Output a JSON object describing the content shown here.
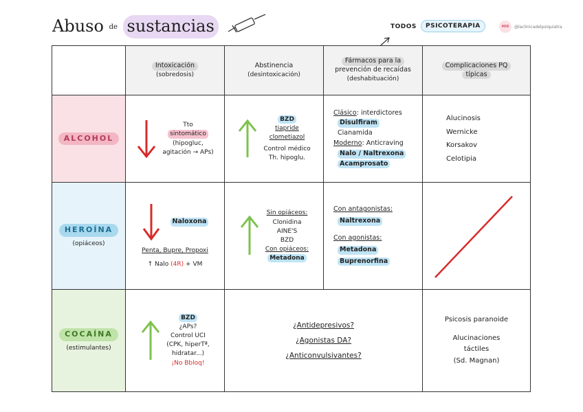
{
  "header": {
    "title_part1": "Abuso",
    "title_small": "de",
    "title_part2": "sustancias",
    "todos": "TODOS",
    "psicoterapia": "PSICOTERAPIA",
    "brand_logo": "MIR",
    "brand_handle": "@laclinicadelpsiquiatra"
  },
  "columns": {
    "intox_title": "Intoxicación",
    "intox_sub": "(sobredosis)",
    "abst_title": "Abstinencia",
    "abst_sub": "(desintoxicación)",
    "farm_title1": "Fármacos para la",
    "farm_title2": "prevención de recaídas",
    "farm_sub": "(deshabituación)",
    "comp_title1": "Complicaciones PQ",
    "comp_title2": "típicas"
  },
  "rows": {
    "alcohol": {
      "label": "ALCOHOL",
      "intox1": "Tto",
      "intox2": "sintomático",
      "intox3": "(hipogluc,",
      "intox4": "agitación → APs)",
      "abst1": "BZD",
      "abst2": "tiapride",
      "abst3": "clometiazol",
      "abst4": "Control médico",
      "abst5": "Th. hipoglu.",
      "farm_clasico": "Clásico",
      "farm_clasico_txt": ": interdictores",
      "farm_disulfiram": "Disulfiram",
      "farm_cianamida": "Cianamida",
      "farm_moderno": "Moderno",
      "farm_moderno_txt": ": Anticraving",
      "farm_nalo": "Nalo / Naltrexona",
      "farm_acamprosato": "Acamprosato",
      "comp1": "Alucinosis",
      "comp2": "Wernicke",
      "comp3": "Korsakov",
      "comp4": "Celotipia"
    },
    "heroina": {
      "label": "HEROÍNA",
      "sub": "(opiáceos)",
      "intox1": "Naloxona",
      "intox2": "Penta, Bupre, Propoxi",
      "intox3_pre": "↑ Nalo",
      "intox3_red": "(4R)",
      "intox3_post": "+ VM",
      "abst1": "Sin opiáceos:",
      "abst2": "Clonidina",
      "abst3": "AINE'S",
      "abst4": "BZD",
      "abst5": "Con opiáceos:",
      "abst6": "Metadona",
      "farm1": "Con antagonistas:",
      "farm2": "Naltrexona",
      "farm3": "Con agonistas:",
      "farm4": "Metadona",
      "farm5": "Buprenorfina"
    },
    "cocaina": {
      "label": "COCAÍNA",
      "sub": "(estimulantes)",
      "intox1": "BZD",
      "intox2": "¿APs?",
      "intox3": "Control UCI",
      "intox4": "(CPK, hiperTª,",
      "intox5": "hidratar...)",
      "intox6": "¡No Bbloq!",
      "q1": "¿Antidepresivos?",
      "q2": "¿Agonistas DA?",
      "q3": "¿Anticonvulsivantes?",
      "comp1": "Psicosis paranoide",
      "comp2": "Alucinaciones",
      "comp3": "táctiles",
      "comp4": "(Sd. Magnan)"
    }
  },
  "colors": {
    "arrow_down": "#d82a2a",
    "arrow_up": "#7cc24c",
    "slash": "#d82a2a"
  }
}
